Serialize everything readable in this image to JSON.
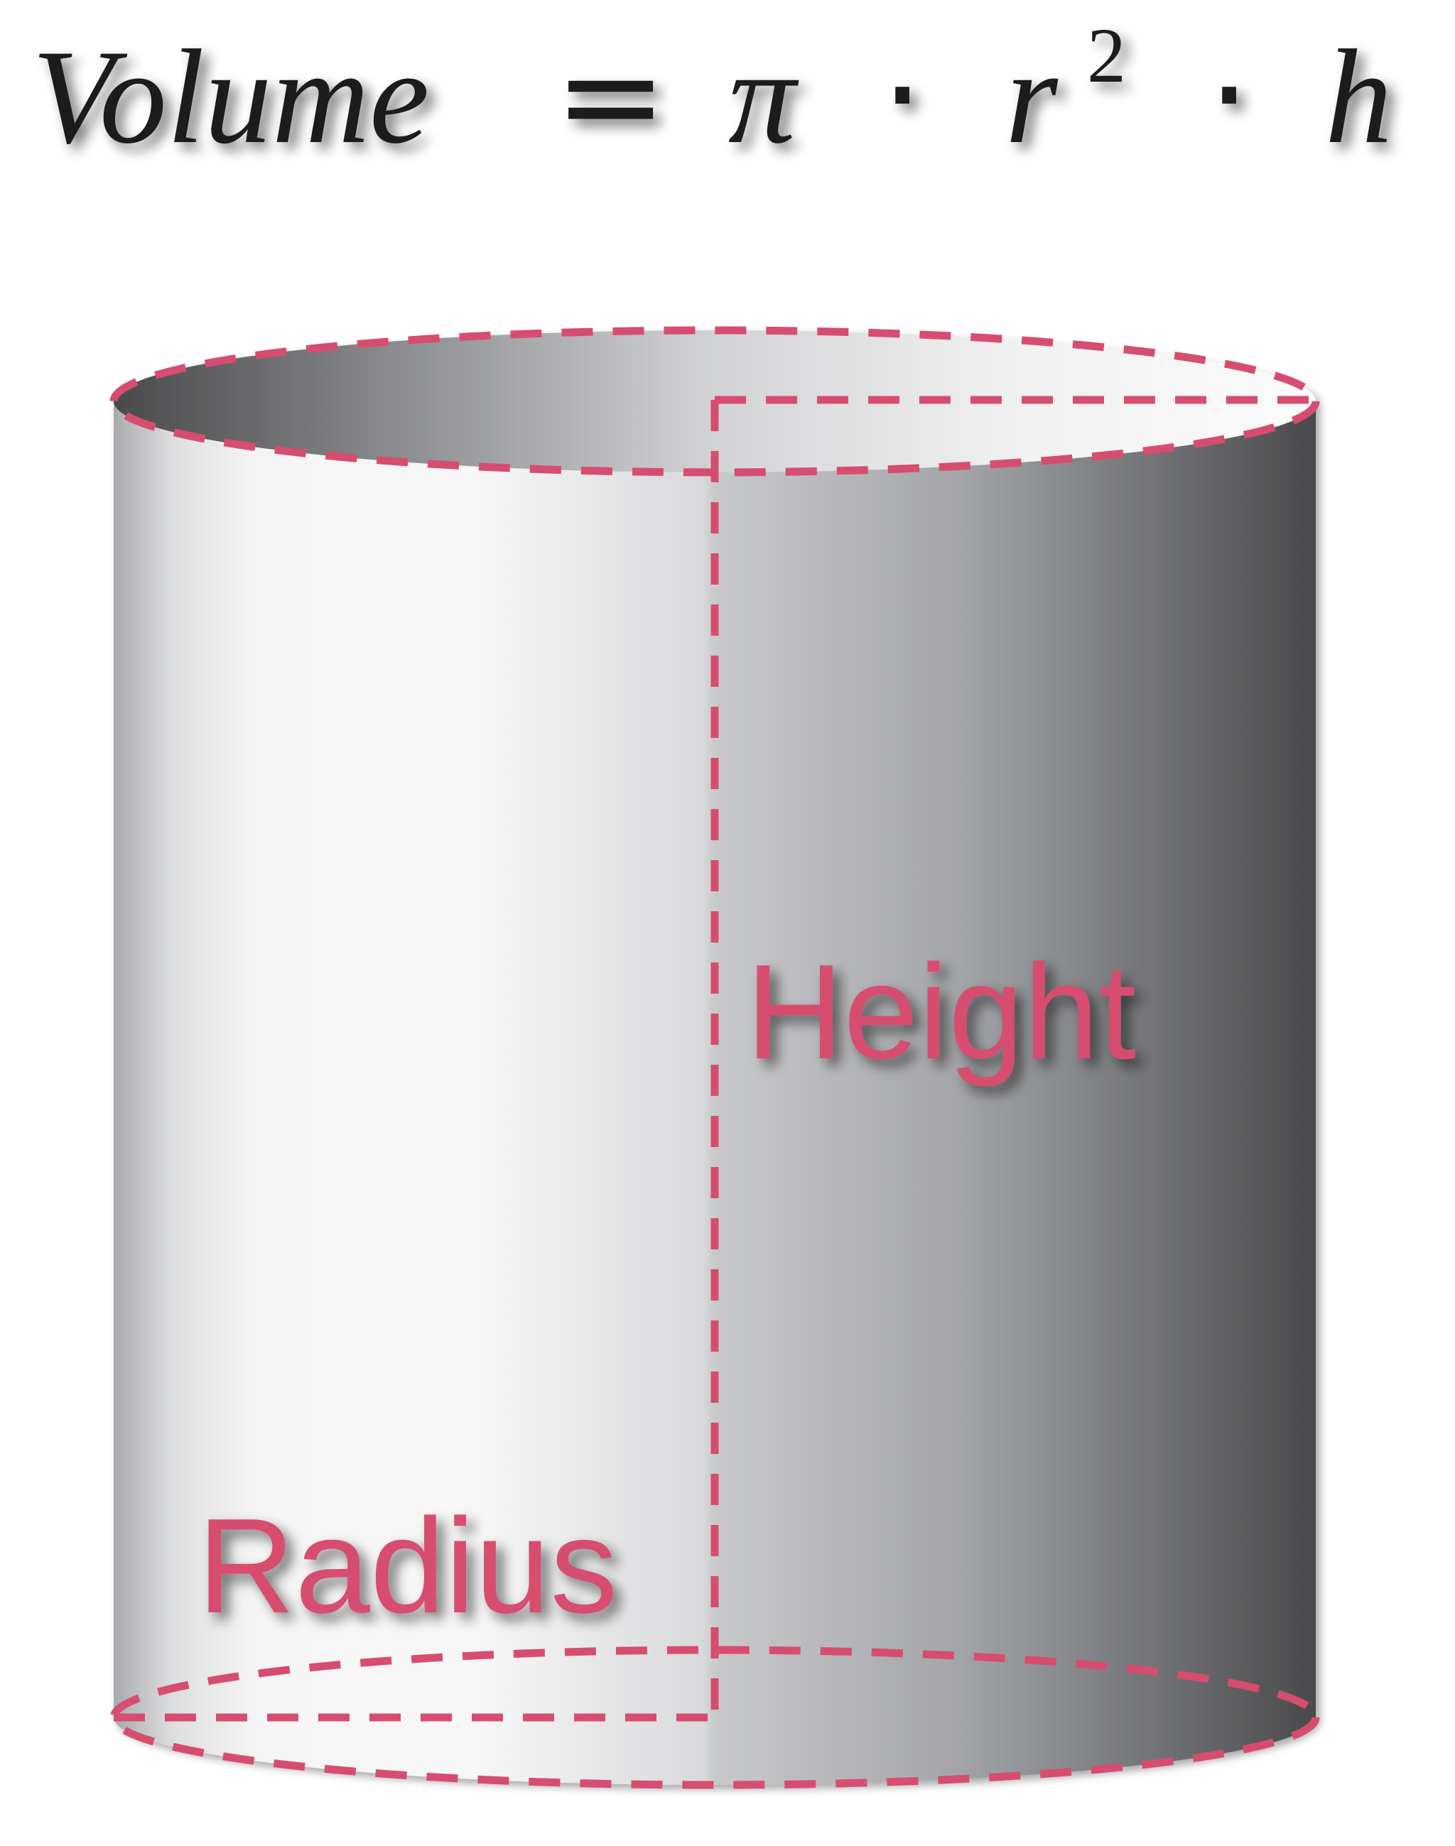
{
  "formula": {
    "volume": "Volume",
    "equals": "=",
    "pi": "π",
    "dot1": "·",
    "r": "r",
    "exponent": "2",
    "dot2": "·",
    "h": "h"
  },
  "labels": {
    "height": "Height",
    "radius": "Radius"
  },
  "colors": {
    "accent_dash": "#d64d70",
    "label_text": "#d64d70",
    "formula_text": "#1a1a1a",
    "cylinder_light": "#f8f8f8",
    "cylinder_dark": "#4a4a4c"
  }
}
